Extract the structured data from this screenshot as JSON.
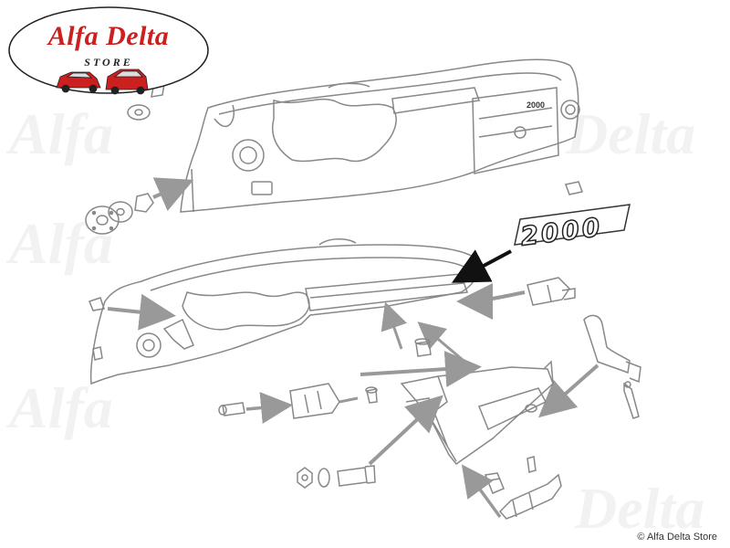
{
  "logo": {
    "title": "Alfa Delta",
    "subtitle": "STORE"
  },
  "badge": {
    "emblem_text": "2000",
    "small_text": "2000"
  },
  "watermark": {
    "words": [
      "Alfa",
      "Delta"
    ]
  },
  "copyright": "© Alfa Delta Store",
  "colors": {
    "line": "#888888",
    "arrow": "#999999",
    "logo_red": "#cc1f1f",
    "dark_arrow": "#111111",
    "watermark": "#f2f2f2"
  }
}
